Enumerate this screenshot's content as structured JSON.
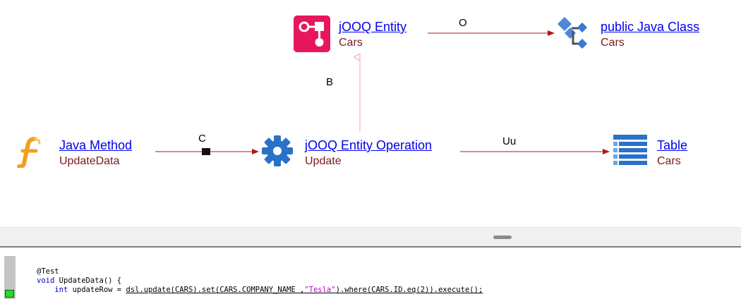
{
  "nodes": {
    "java_method": {
      "title": "Java Method",
      "subtitle": "UpdateData"
    },
    "jooq_entity_operation": {
      "title": "jOOQ Entity Operation",
      "subtitle": "Update"
    },
    "table": {
      "title": "Table",
      "subtitle": "Cars"
    },
    "jooq_entity": {
      "title": "jOOQ Entity",
      "subtitle": "Cars"
    },
    "java_class": {
      "title": " public Java Class",
      "subtitle": "Cars"
    }
  },
  "edges": {
    "method_to_operation": "C",
    "operation_to_table": "Uu",
    "operation_to_entity": "B",
    "entity_to_class": "O"
  },
  "code": {
    "annotation": "@Test",
    "line2_kw": "void",
    "line2_rest": " UpdateData() {",
    "line3_indent": "    ",
    "line3_kw": "int",
    "line3_var": " updateRow = ",
    "line3_call1": "dsl.update(CARS).set(CARS.COMPANY_NAME ,",
    "line3_str": "\"Tesla\"",
    "line3_call2": ").where(CARS.ID.eq(2)).execute();"
  },
  "colors": {
    "link": "#0000ee",
    "subtitle": "#7a1a1a",
    "arrow": "#b01818",
    "entity_icon": "#e8175d",
    "gear_icon": "#2a72c8",
    "table_icon": "#2a72c8",
    "method_icon": "#f0a020"
  }
}
